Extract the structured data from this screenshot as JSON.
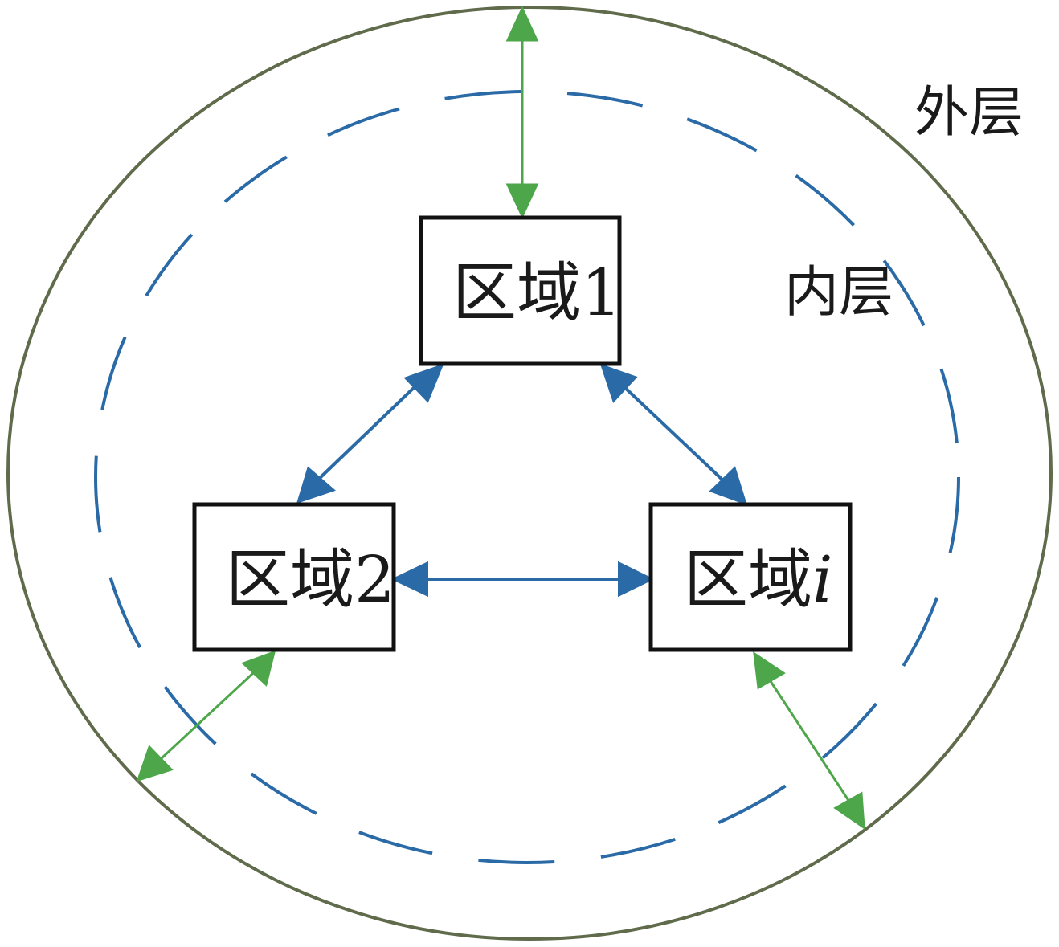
{
  "diagram": {
    "outer_layer_label": "外层",
    "inner_layer_label": "内层",
    "regions": [
      {
        "id": "region-1",
        "prefix": "区域",
        "suffix": "1"
      },
      {
        "id": "region-2",
        "prefix": "区域",
        "suffix": "2"
      },
      {
        "id": "region-i",
        "prefix": "区域",
        "suffix": "i"
      }
    ],
    "colors": {
      "outer_ellipse": "#5f6b4a",
      "inner_ellipse": "#2a6aa6",
      "inner_arrows": "#2a6aa6",
      "outer_arrows": "#4ea64a",
      "box_stroke": "#111111"
    }
  }
}
